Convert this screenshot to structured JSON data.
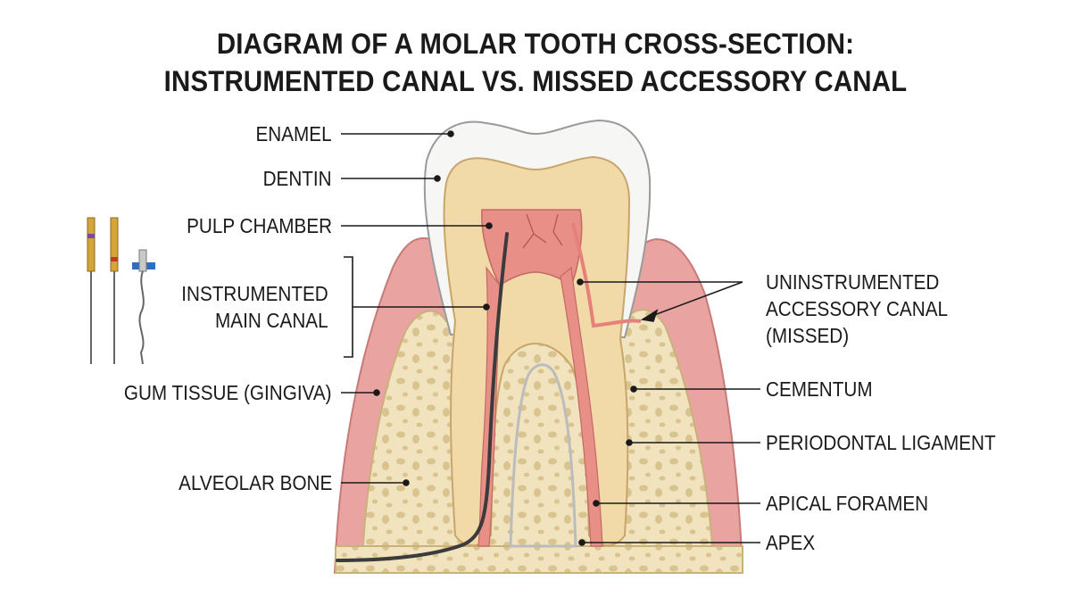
{
  "title": {
    "line1": "DIAGRAM OF A MOLAR TOOTH CROSS-SECTION:",
    "line2": "INSTRUMENTED CANAL VS. MISSED ACCESSORY CANAL"
  },
  "labels_left": {
    "enamel": "ENAMEL",
    "dentin": "DENTIN",
    "pulp_chamber": "PULP CHAMBER",
    "instrumented_line1": "INSTRUMENTED",
    "instrumented_line2": "MAIN CANAL",
    "gum_tissue": "GUM TISSUE (GINGIVA)",
    "alveolar_bone": "ALVEOLAR BONE"
  },
  "labels_right": {
    "accessory_line1": "UNINSTRUMENTED",
    "accessory_line2": "ACCESSORY CANAL",
    "accessory_line3": "(MISSED)",
    "cementum": "CEMENTUM",
    "periodontal_ligament": "PERIODONTAL LIGAMENT",
    "apical_foramen": "APICAL FORAMEN",
    "apex": "APEX"
  },
  "colors": {
    "enamel": "#f6f6f4",
    "dentin": "#f2d9a8",
    "pulp": "#e88f88",
    "gingiva": "#e9a3a1",
    "bone": "#f1e3bd",
    "bone_pores": "#d9c48f",
    "file_instrument": "#3b3b3b"
  }
}
